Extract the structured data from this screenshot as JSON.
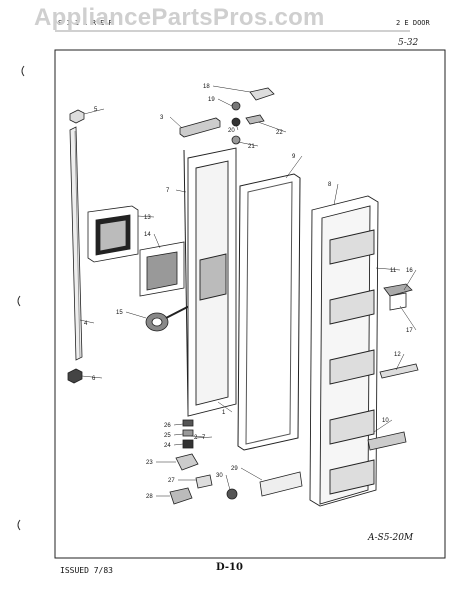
{
  "header": {
    "left_text": "S  1  I  1  R  E  R",
    "right_text": "2 E DOOR",
    "watermark": "AppliancePartsPros.com",
    "page_note": "5-32"
  },
  "diagram": {
    "callouts": [
      "1",
      "2",
      "3",
      "4",
      "5",
      "6",
      "7",
      "7",
      "8",
      "9",
      "10",
      "11",
      "12",
      "13",
      "14",
      "15",
      "16",
      "17",
      "18",
      "19",
      "20",
      "21",
      "22",
      "23",
      "24",
      "25",
      "26",
      "27",
      "28",
      "29",
      "30"
    ],
    "drawing_code": "A-S5-20M"
  },
  "footer": {
    "issued": "ISSUED 7/83",
    "page_code": "D-10"
  }
}
